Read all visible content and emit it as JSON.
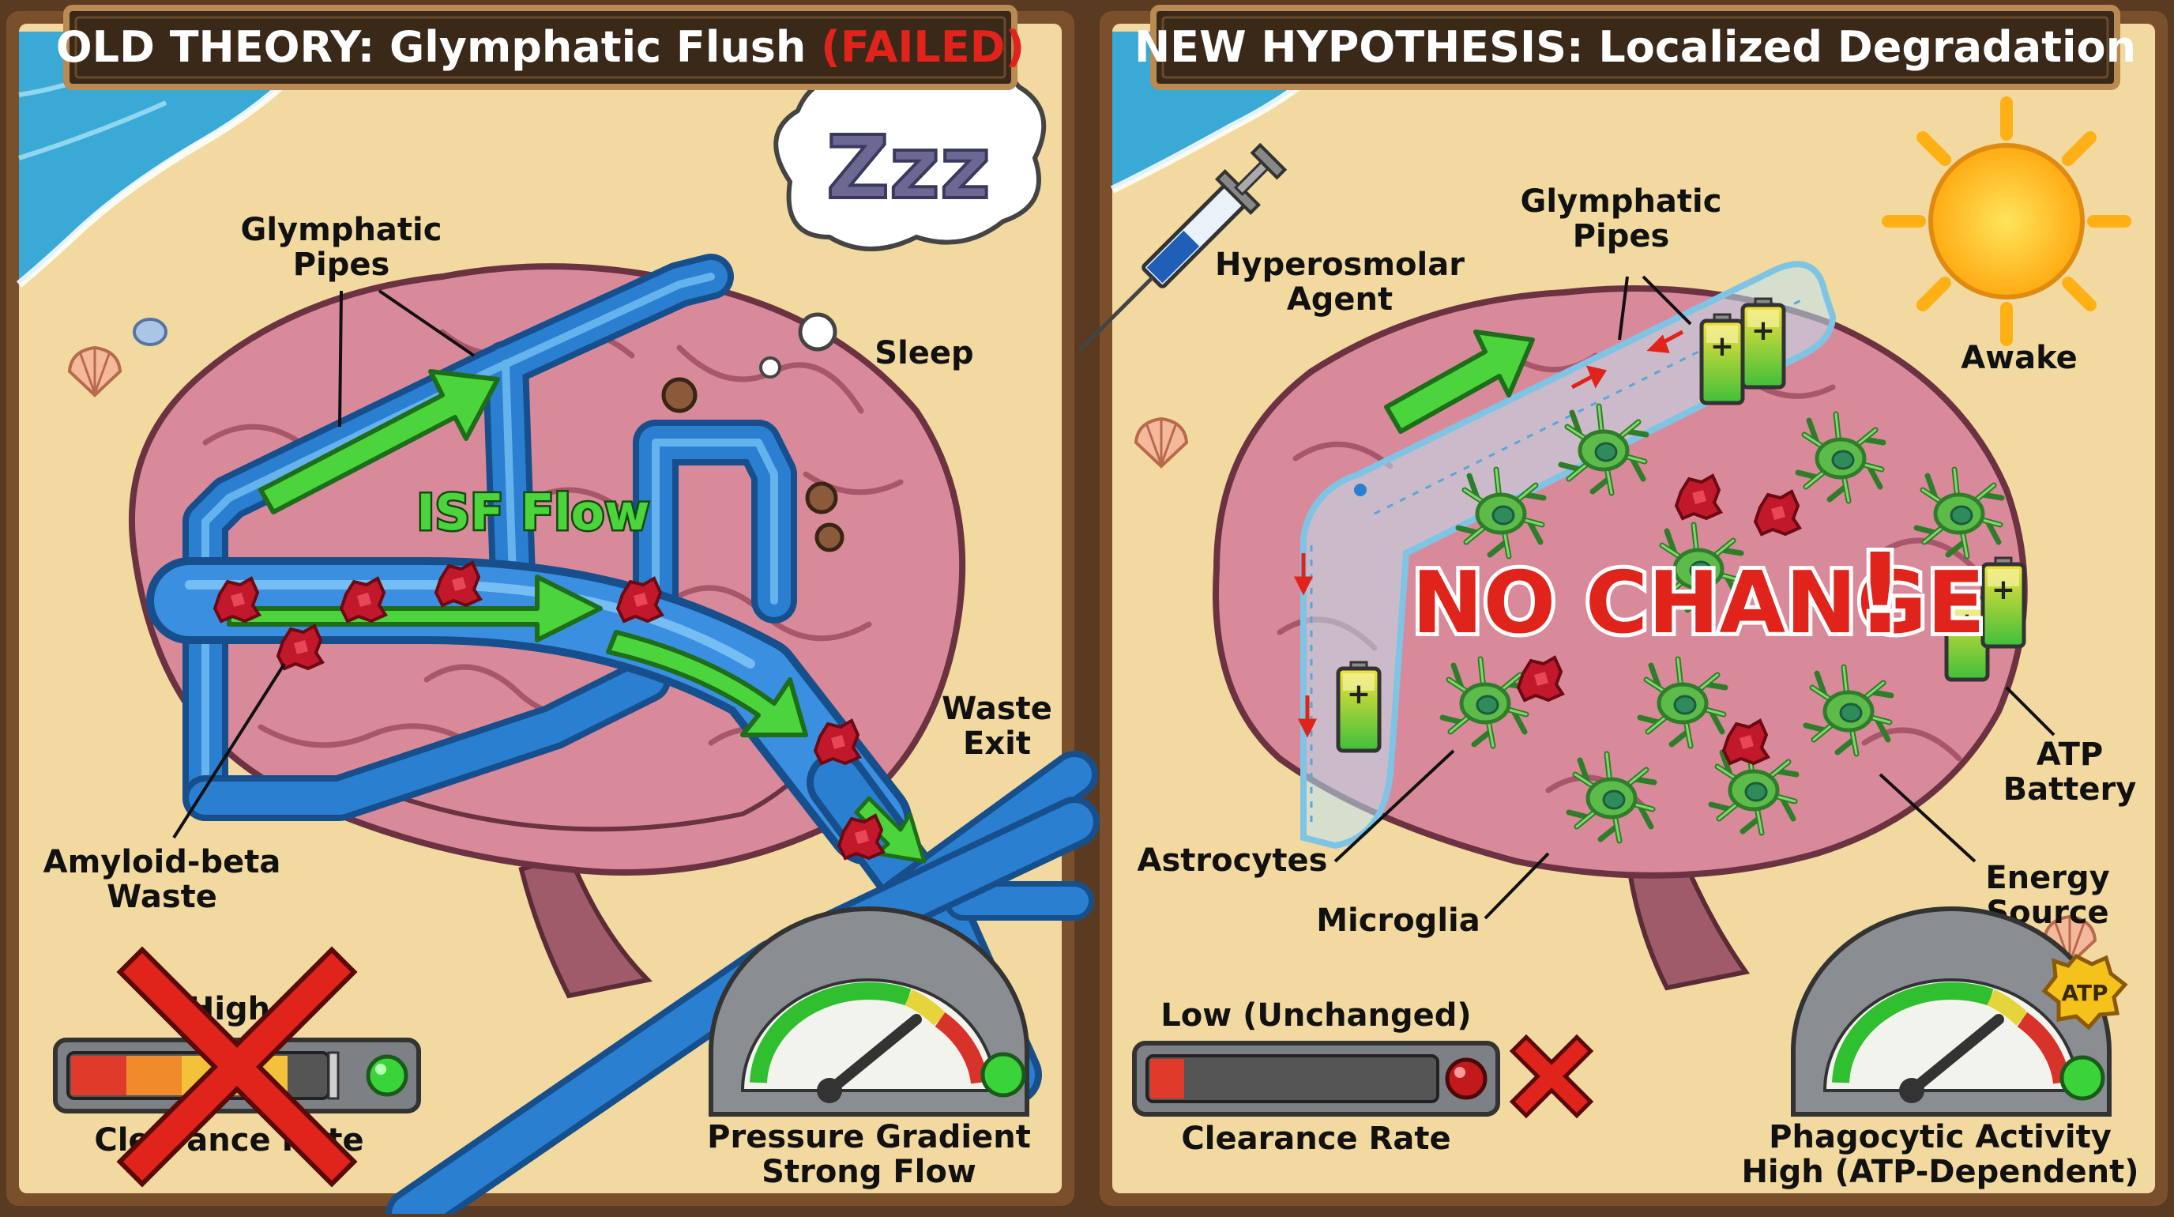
{
  "left_panel": {
    "title_prefix": "OLD THEORY: Glymphatic Flush ",
    "title_status": "(FAILED)",
    "labels": {
      "pipes_line1": "Glymphatic",
      "pipes_line2": "Pipes",
      "sleep": "Sleep",
      "flow": "ISF Flow",
      "waste_exit_line1": "Waste",
      "waste_exit_line2": "Exit",
      "amyloid_line1": "Amyloid-beta",
      "amyloid_line2": "Waste",
      "zzz": "Zzz"
    },
    "clearance_meter": {
      "level_label": "High",
      "caption": "Clearance Rate",
      "level_fraction": 0.85,
      "crossed_out": true
    },
    "pressure_gauge": {
      "caption_line1": "Pressure Gradient",
      "caption_line2": "Strong Flow"
    }
  },
  "right_panel": {
    "title": "NEW HYPOTHESIS: Localized Degradation",
    "labels": {
      "pipes_line1": "Glymphatic",
      "pipes_line2": "Pipes",
      "agent_line1": "Hyperosmolar",
      "agent_line2": "Agent",
      "awake": "Awake",
      "no_change": "NO CHANGE",
      "no_change_mark": "!",
      "atp_line1": "ATP",
      "atp_line2": "Battery",
      "astrocytes": "Astrocytes",
      "energy_line1": "Energy",
      "energy_line2": "Source",
      "microglia": "Microglia"
    },
    "clearance_meter": {
      "level_label": "Low (Unchanged)",
      "caption": "Clearance Rate",
      "level_fraction": 0.12
    },
    "phagocytic_gauge": {
      "badge": "ATP",
      "caption_line1": "Phagocytic Activity",
      "caption_line2": "High (ATP-Dependent)"
    }
  },
  "colors": {
    "sand": "#f2d9a0",
    "ocean": "#3ba9d6",
    "frame": "#7a4f2c",
    "brain": "#d98a9a",
    "pipe": "#2b7fd0",
    "flow_arrow": "#4cd43c",
    "waste": "#c2182b",
    "fail_red": "#e0231b",
    "cell_green": "#5dbb4a",
    "sun": "#ffc21c"
  }
}
